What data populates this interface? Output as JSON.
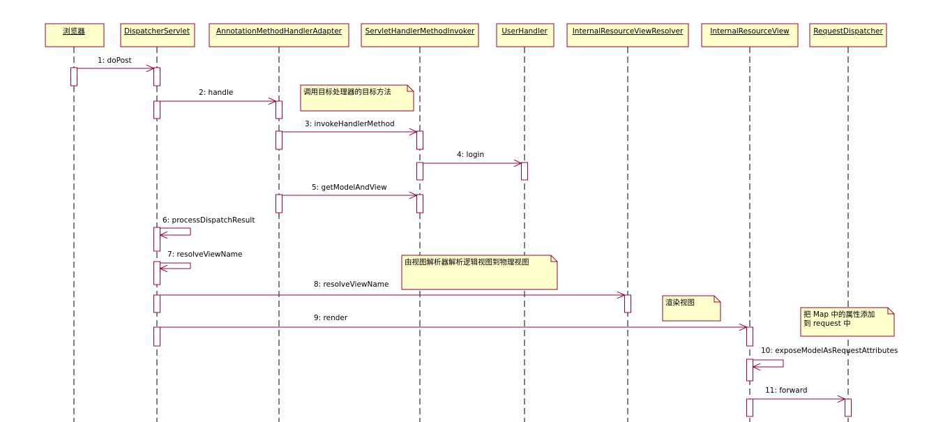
{
  "colors": {
    "box_fill": "#FFFFCC",
    "box_stroke": "#990033",
    "line": "#990033",
    "lifeline": "#000000",
    "text": "#000000"
  },
  "objects": [
    {
      "id": "browser",
      "label": "浏览器"
    },
    {
      "id": "dispatcher",
      "label": "DispatcherServlet"
    },
    {
      "id": "adapter",
      "label": "AnnotationMethodHandlerAdapter"
    },
    {
      "id": "invoker",
      "label": "ServletHandlerMethodInvoker"
    },
    {
      "id": "userhandler",
      "label": "UserHandler"
    },
    {
      "id": "resolver",
      "label": "InternalResourceViewResolver"
    },
    {
      "id": "view",
      "label": "InternalResourceView"
    },
    {
      "id": "reqdispatcher",
      "label": "RequestDispatcher"
    }
  ],
  "messages": [
    {
      "from": "browser",
      "to": "dispatcher",
      "label": "1: doPost"
    },
    {
      "from": "dispatcher",
      "to": "adapter",
      "label": "2: handle"
    },
    {
      "from": "adapter",
      "to": "invoker",
      "label": "3: invokeHandlerMethod"
    },
    {
      "from": "invoker",
      "to": "userhandler",
      "label": "4: login"
    },
    {
      "from": "adapter",
      "to": "invoker",
      "label": "5: getModelAndView"
    },
    {
      "from": "dispatcher",
      "to": "dispatcher",
      "label": "6: processDispatchResult"
    },
    {
      "from": "dispatcher",
      "to": "dispatcher",
      "label": "7: resolveViewName"
    },
    {
      "from": "dispatcher",
      "to": "resolver",
      "label": "8: resolveViewName"
    },
    {
      "from": "dispatcher",
      "to": "view",
      "label": "9: render"
    },
    {
      "from": "view",
      "to": "view",
      "label": "10: exposeModelAsRequestAttributes"
    },
    {
      "from": "view",
      "to": "reqdispatcher",
      "label": "11: forward"
    }
  ],
  "notes": [
    {
      "lines": [
        "调用目标处理器的目标方法"
      ]
    },
    {
      "lines": [
        "由视图解析器解析逻辑视图到物理视图"
      ]
    },
    {
      "lines": [
        "渲染视图"
      ]
    },
    {
      "lines": [
        "把 Map 中的属性添加",
        "到 request 中"
      ]
    }
  ]
}
